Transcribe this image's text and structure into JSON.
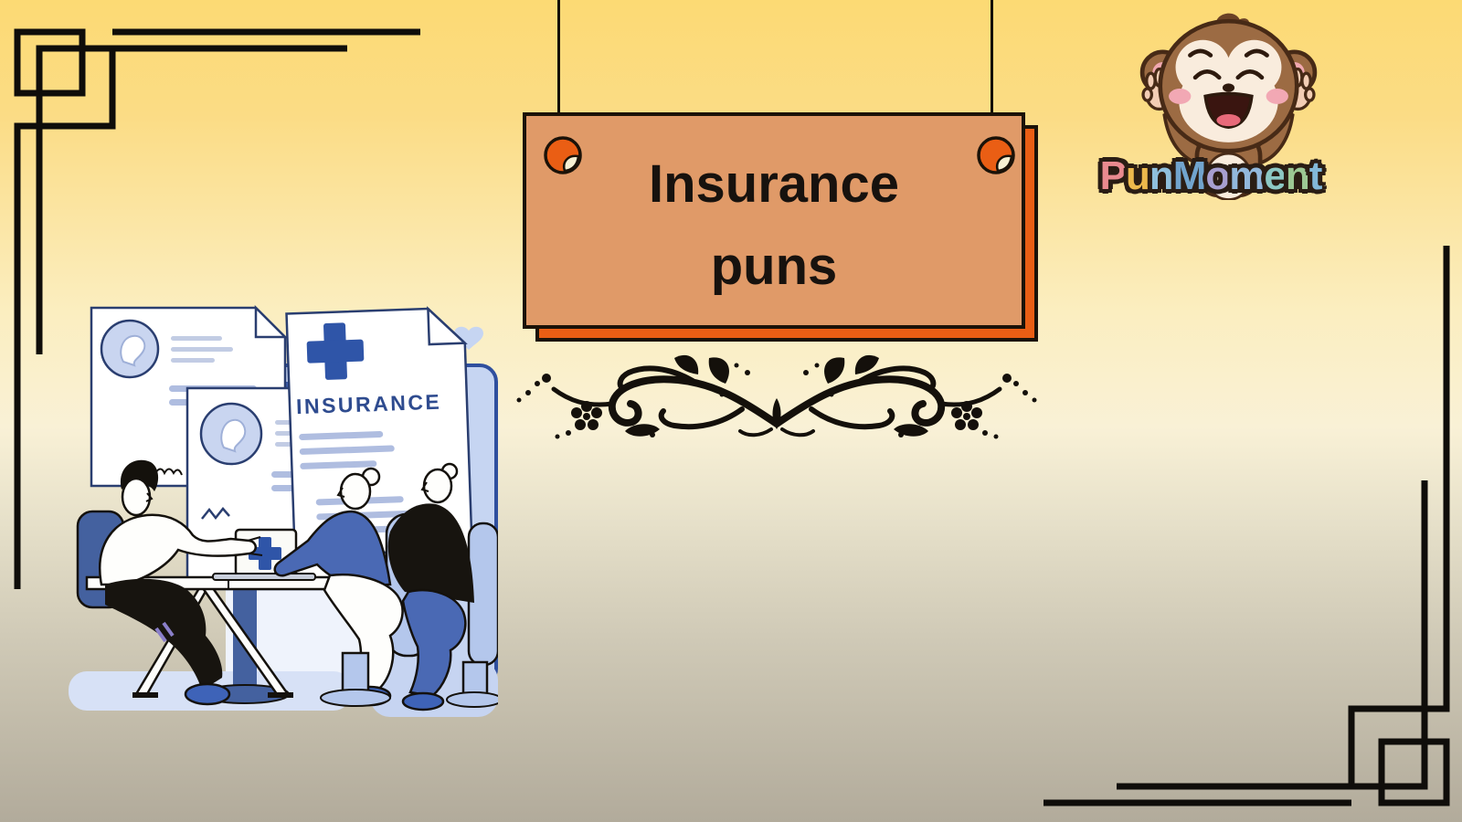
{
  "header": {
    "sign": {
      "line1": "Insurance",
      "line2": "puns"
    },
    "brand": {
      "name": "PunMoment",
      "letters": [
        {
          "ch": "P",
          "color": "#e98a8f"
        },
        {
          "ch": "u",
          "color": "#edb94c"
        },
        {
          "ch": "n",
          "color": "#8fbfdc"
        },
        {
          "ch": "M",
          "color": "#71a4cd"
        },
        {
          "ch": "o",
          "color": "#a79fd0"
        },
        {
          "ch": "m",
          "color": "#92b8dc"
        },
        {
          "ch": "e",
          "color": "#8cc8c4"
        },
        {
          "ch": "n",
          "color": "#9cc894"
        },
        {
          "ch": "t",
          "color": "#82b8d8"
        }
      ]
    }
  },
  "illustration": {
    "document_label": "INSURANCE"
  },
  "colors": {
    "background_top": "#fcda74",
    "background_bottom": "#b2ab9b",
    "sign_face": "#e09a68",
    "sign_shadow": "#ea5e14",
    "sign_text": "#17120e",
    "ornament_black": "#0f0d0a",
    "illustration_accent_blue": "#2f55a8",
    "illustration_light_blue": "#c6d5f2",
    "illustration_mid_blue": "#44619f"
  }
}
